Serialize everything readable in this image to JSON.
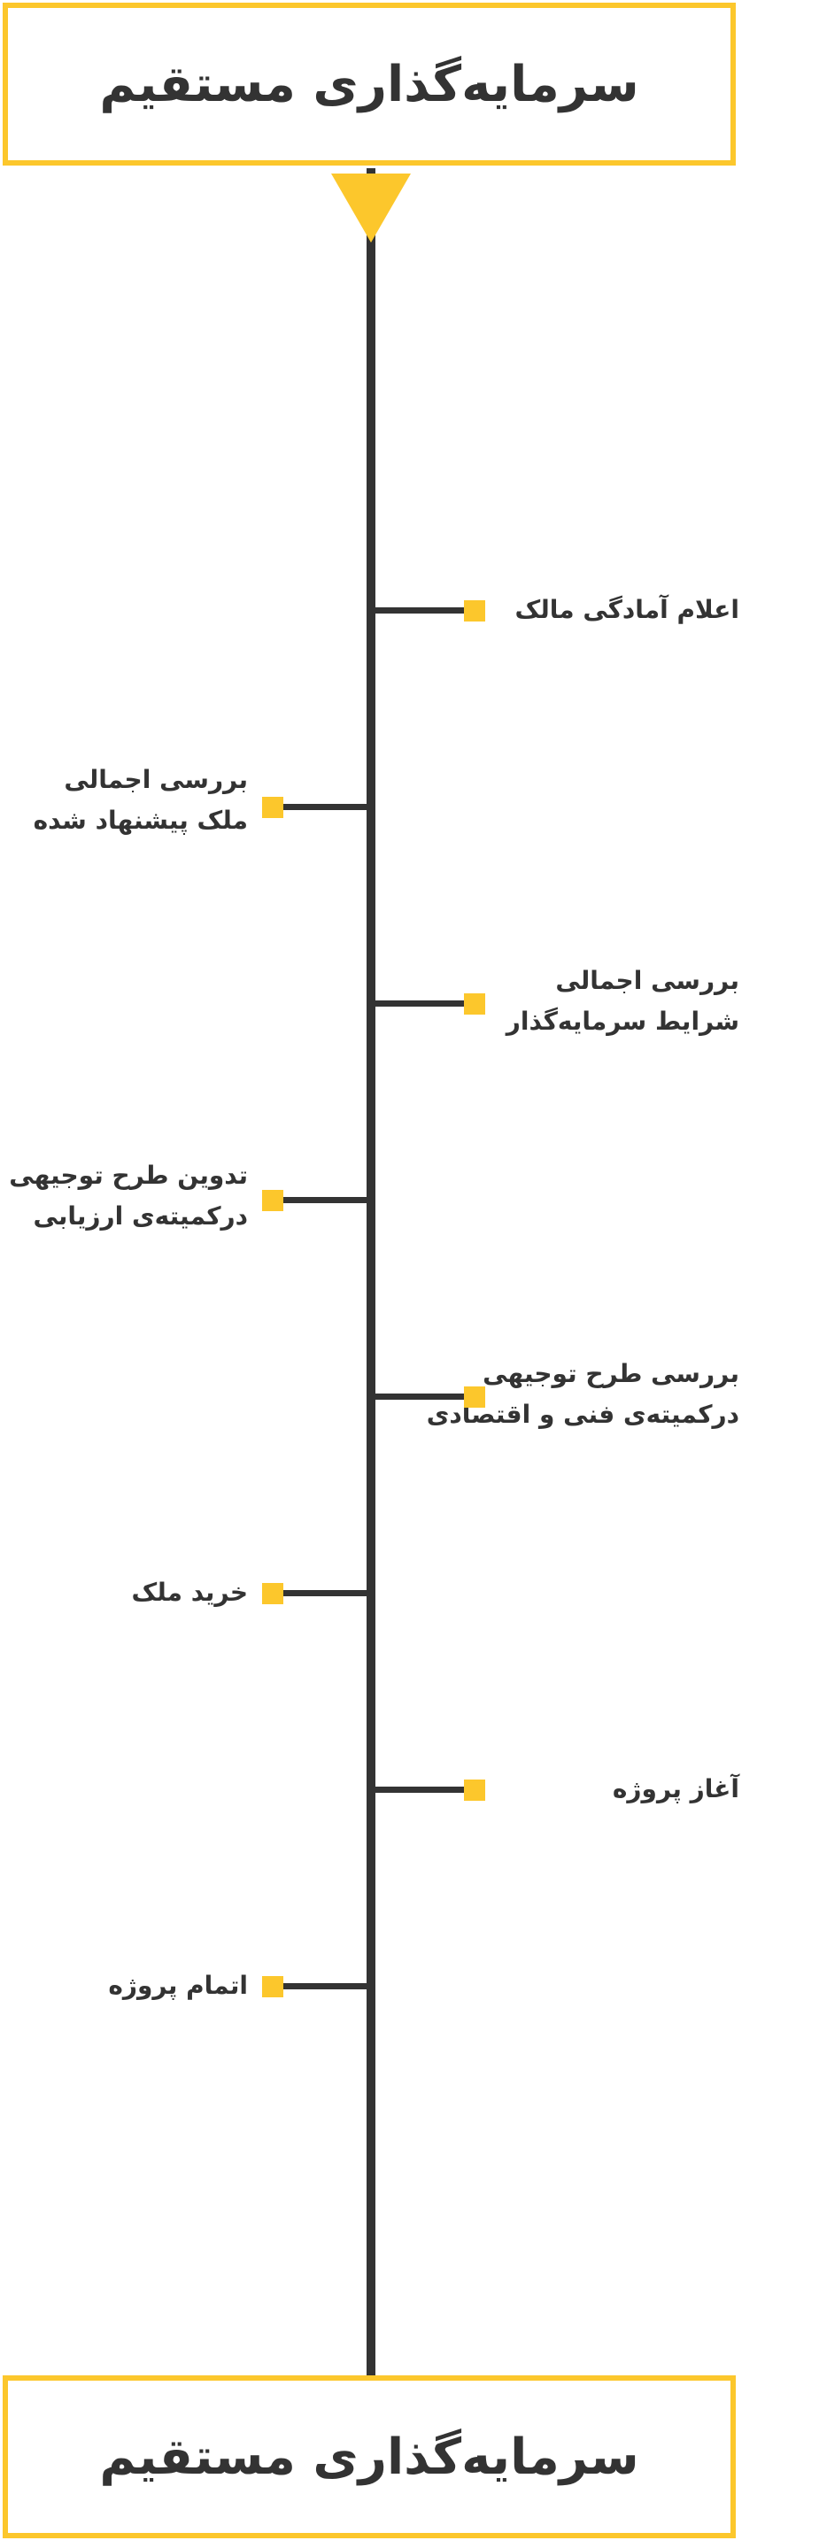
{
  "diagram": {
    "top_title": "سرمایه‌گذاری مستقیم",
    "bottom_title": "سرمایه‌گذاری مستقیم",
    "steps": [
      {
        "lines": [
          "اعلام آمادگی مالک"
        ]
      },
      {
        "lines": [
          "بررسی اجمالی",
          "ملک پیشنهاد شده"
        ]
      },
      {
        "lines": [
          "بررسی اجمالی",
          "شرایط سرمایه‌گذار"
        ]
      },
      {
        "lines": [
          "تدوین طرح توجیهی",
          "درکمیته‌ی ارزیابی"
        ]
      },
      {
        "lines": [
          "بررسی طرح توجیهی",
          "درکمیته‌ی فنی و اقتصادی"
        ]
      },
      {
        "lines": [
          "خرید ملک"
        ]
      },
      {
        "lines": [
          "آغاز پروژه"
        ]
      },
      {
        "lines": [
          "اتمام پروژه"
        ]
      }
    ]
  },
  "colors": {
    "accent": "#fcc72c",
    "line": "#333333",
    "text": "#333333"
  }
}
